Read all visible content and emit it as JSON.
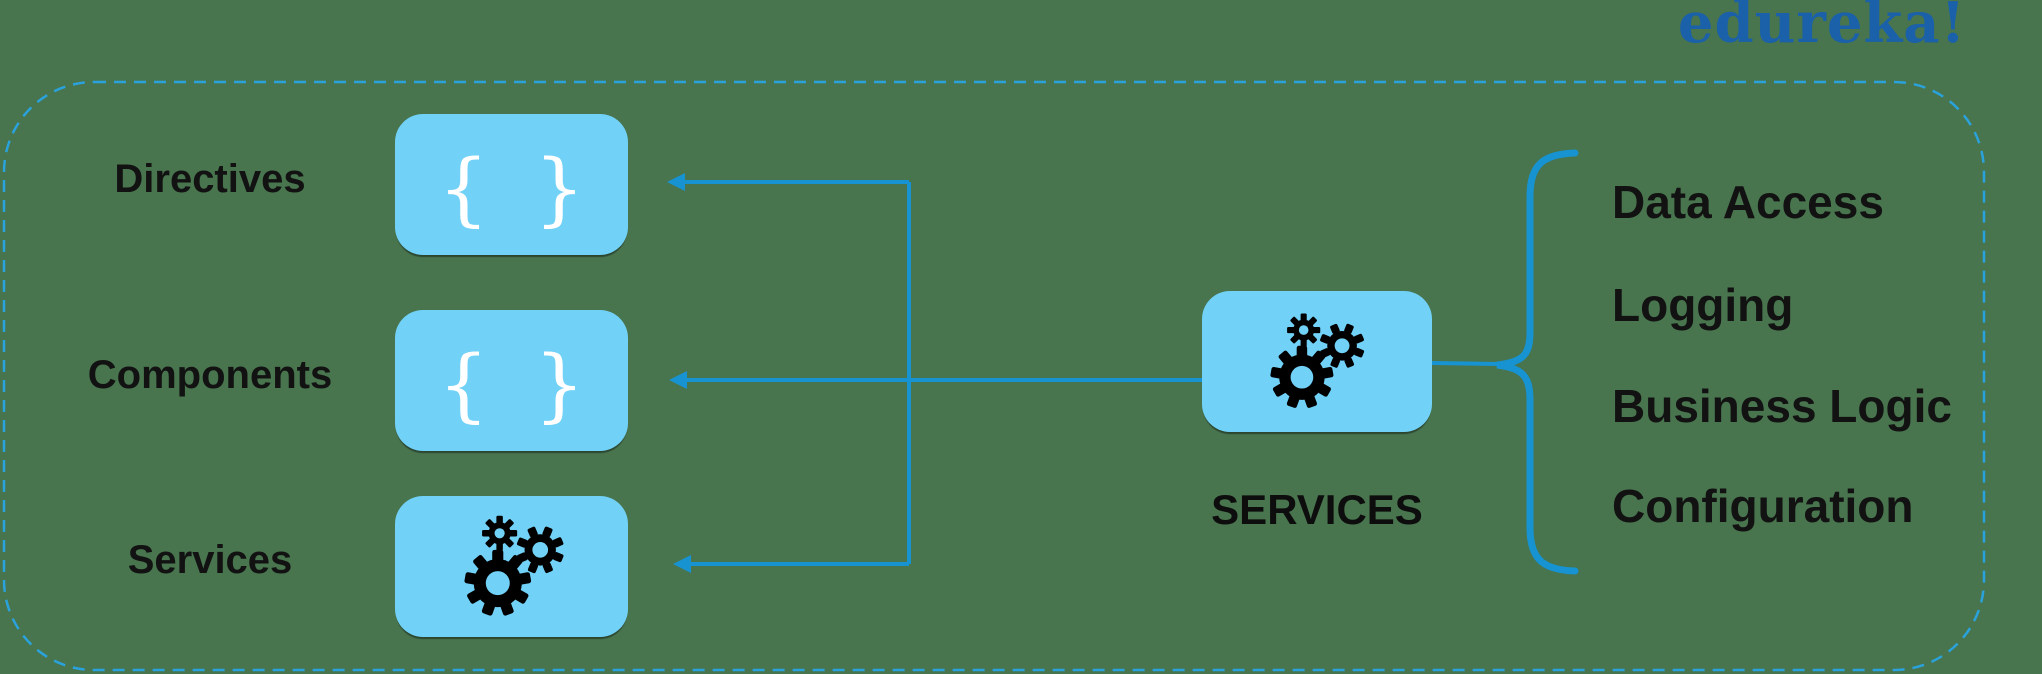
{
  "title_logo": "edureka!",
  "colors": {
    "background": "#48744E",
    "box_fill": "#71D1F7",
    "connector_blue": "#1793D1",
    "dashed_border_blue": "#2AA2DB",
    "logo_blue": "#1A61A9",
    "label_black": "#121212",
    "brace_white": "#FFFFFF",
    "gear_black": "#000000"
  },
  "diagram": {
    "glyphs": {
      "open_brace": "{",
      "close_brace": "}"
    },
    "left_rows": [
      {
        "label": "Directives",
        "icon": "curly-braces-icon"
      },
      {
        "label": "Components",
        "icon": "curly-braces-icon"
      },
      {
        "label": "Services",
        "icon": "gears-icon"
      }
    ],
    "center": {
      "label": "SERVICES",
      "icon": "gears-icon"
    },
    "right_items": [
      "Data Access",
      "Logging",
      "Business Logic",
      "Configuration"
    ]
  }
}
